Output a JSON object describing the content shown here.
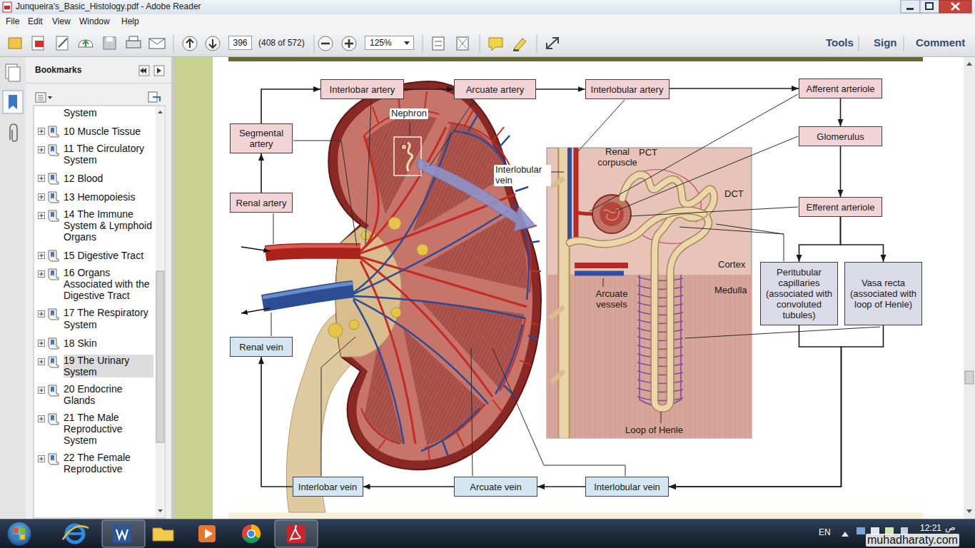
{
  "diagram": {
    "nodes": [
      {
        "text": [
          "396"
        ]
      },
      {
        "text": [
          "125%"
        ]
      },
      {
        "text": [
          "Interlobar artery"
        ]
      },
      {
        "text": [
          "Arcuate artery"
        ]
      },
      {
        "text": [
          "Interlobular artery"
        ]
      },
      {
        "text": [
          "Afferent arteriole"
        ]
      },
      {
        "text": [
          "Segmental artery"
        ]
      },
      {
        "text": [
          "Glomerulus"
        ]
      },
      {
        "text": [
          "Renal artery"
        ]
      },
      {
        "text": [
          "Efferent arteriole"
        ]
      },
      {
        "text": [
          "Peritubular capillaries (associated with convoluted tubules)"
        ]
      },
      {
        "text": [
          "Vasa recta (associated with loop of Henle)"
        ]
      },
      {
        "text": [
          "Renal vein"
        ]
      },
      {
        "text": [
          "Interlobar vein"
        ]
      },
      {
        "text": [
          "Arcuate vein"
        ]
      },
      {
        "text": [
          "Interlobular vein"
        ]
      }
    ],
    "edges": [
      {
        "from": 8,
        "to": 6,
        "arrow": "to"
      },
      {
        "from": 6,
        "to": 2,
        "arrow": "to"
      },
      {
        "from": 2,
        "to": 3,
        "arrow": "to"
      },
      {
        "from": 3,
        "to": 4,
        "arrow": "to"
      },
      {
        "from": 4,
        "to": 5,
        "arrow": "to"
      },
      {
        "from": 5,
        "to": 7,
        "arrow": "to"
      },
      {
        "from": 7,
        "to": 9,
        "arrow": "to"
      },
      {
        "from": 9,
        "to": 10,
        "arrow": "to"
      },
      {
        "from": 9,
        "to": 11,
        "arrow": "to"
      },
      {
        "from": 10,
        "to": 15,
        "arrow": "to"
      },
      {
        "from": 11,
        "to": 15,
        "arrow": "to"
      },
      {
        "from": 15,
        "to": 14,
        "arrow": "to"
      },
      {
        "from": 14,
        "to": 13,
        "arrow": "to"
      },
      {
        "from": 13,
        "to": 12,
        "arrow": "to"
      }
    ],
    "labels": [
      "Junqueira's_Basic_Histology.pdf - Adobe Reader",
      "File",
      "Edit",
      "View",
      "Window",
      "Help",
      "(408 of 572)",
      "Tools",
      "Sign",
      "Comment",
      "Bookmarks",
      "System",
      "10 Muscle Tissue",
      "11 The Circulatory System",
      "12 Blood",
      "13 Hemopoiesis",
      "14 The Immune System & Lymphoid Organs",
      "15 Digestive Tract",
      "16 Organs Associated with the Digestive Tract",
      "17 The Respiratory System",
      "18 Skin",
      "19 The Urinary System",
      "20 Endocrine Glands",
      "21 The Male Reproductive System",
      "22 The Female Reproductive",
      "Nephron",
      "Interlobular vein",
      "Renal corpuscle",
      "PCT",
      "DCT",
      "Cortex",
      "Medulla",
      "Arcuate vessels",
      "Loop of Henle",
      "EN",
      "12:21",
      "ص",
      "muhadharaty.com"
    ]
  }
}
